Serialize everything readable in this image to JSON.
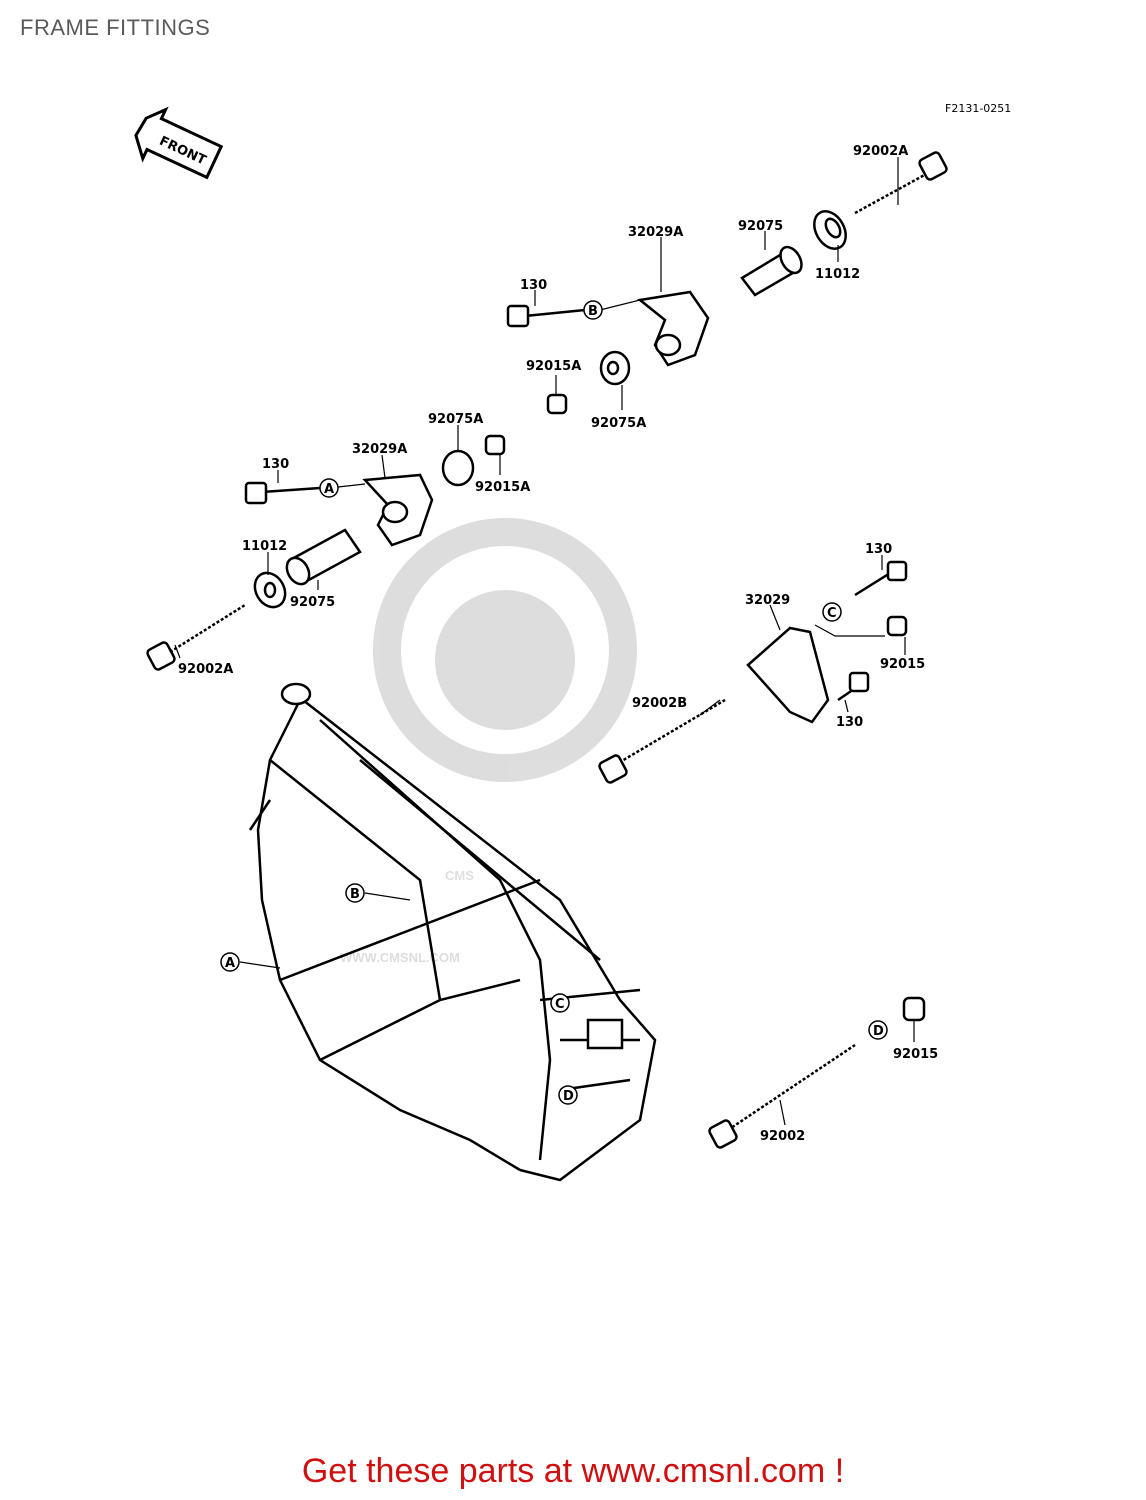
{
  "header": {
    "title": "FRAME FITTINGS"
  },
  "diagram": {
    "ref_code": "F2131-0251",
    "front_label": "FRONT",
    "watermark": {
      "brand": "CMS",
      "url": "WWW.CMSNL.COM"
    },
    "callouts": {
      "p92002A_top": "92002A",
      "p92075_top": "92075",
      "p11012_top": "11012",
      "p32029A_top": "32029A",
      "p130_top": "130",
      "p92015A_top": "92015A",
      "p92075A_top": "92075A",
      "p92075A_left": "92075A",
      "p32029A_left": "32029A",
      "p130_left": "130",
      "p92015A_left": "92015A",
      "p11012_left": "11012",
      "p92075_left": "92075",
      "p92002A_left": "92002A",
      "p130_right_top": "130",
      "p32029": "32029",
      "p92015_right": "92015",
      "p92002B": "92002B",
      "p130_right_bottom": "130",
      "p92015_bottom": "92015",
      "p92002": "92002"
    },
    "markers": {
      "A": "A",
      "B": "B",
      "C": "C",
      "D": "D"
    }
  },
  "footer": {
    "promo": "Get these parts at www.cmsnl.com !"
  }
}
